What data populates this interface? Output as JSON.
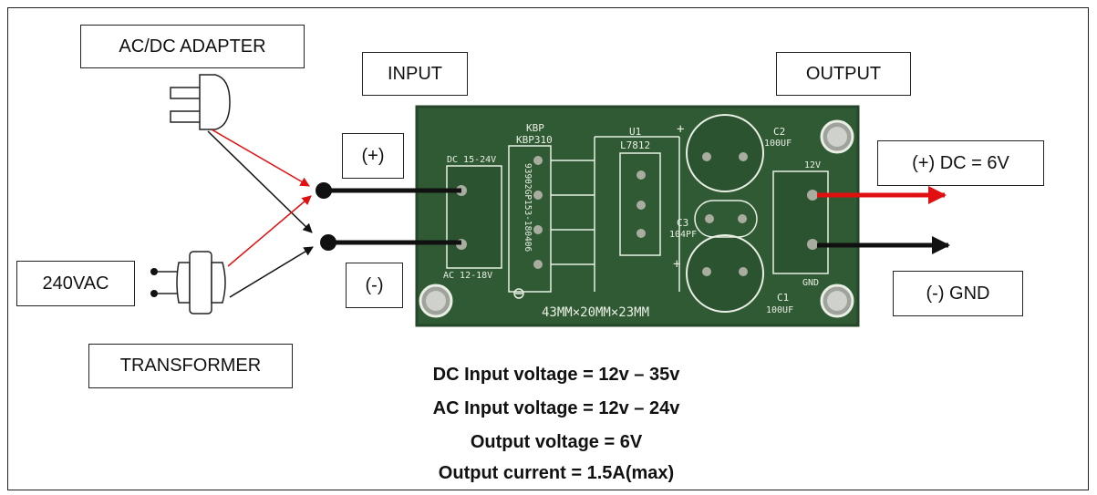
{
  "labels": {
    "acdc_adapter": "AC/DC ADAPTER",
    "input": "INPUT",
    "output": "OUTPUT",
    "input_plus": "(+)",
    "input_minus": "(-)",
    "vac": "240VAC",
    "transformer": "TRANSFORMER",
    "output_plus": "(+) DC = 6V",
    "output_gnd": "(-) GND"
  },
  "pcb": {
    "kbp": "KBP",
    "kbp310": "KBP310",
    "bridge_code": "93902GP153-180406",
    "dc_range": "DC 15-24V",
    "ac_range": "AC 12-18V",
    "u1": "U1",
    "l7812": "L7812",
    "c2": "C2",
    "c2_value": "100UF",
    "c3": "C3",
    "c3_value": "104PF",
    "c1": "C1",
    "c1_value": "100UF",
    "out_12v": "12V",
    "out_gnd": "GND",
    "plus_mark_top": "+",
    "plus_mark_bottom": "+",
    "dimensions": "43MM×20MM×23MM"
  },
  "specs": [
    "DC Input voltage = 12v – 35v",
    "AC Input voltage = 12v – 24v",
    "Output voltage = 6V",
    "Output current = 1.5A(max)"
  ],
  "colors": {
    "pcb": "#2f5a34",
    "pcb_dark": "#24472a",
    "silkscreen": "#e9efe4",
    "wire_red": "#e01010",
    "wire_black": "#111111"
  },
  "icons": {
    "adapter": "plug-adapter-icon",
    "transformer": "transformer-plug-icon"
  }
}
